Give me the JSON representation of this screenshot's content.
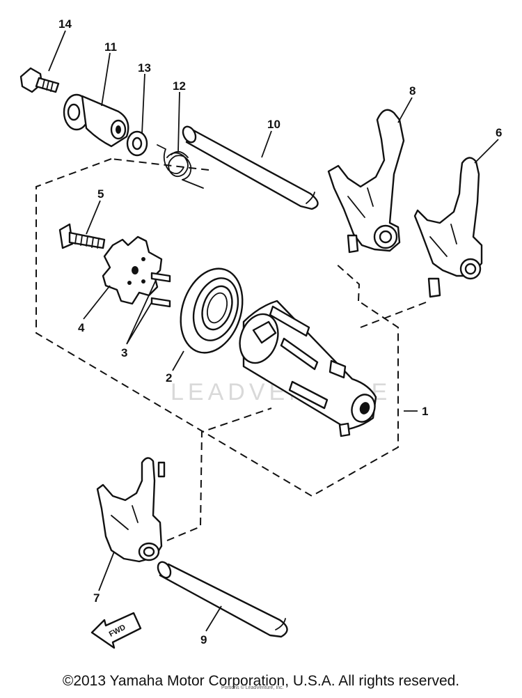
{
  "diagram": {
    "callouts": [
      "1",
      "2",
      "3",
      "4",
      "5",
      "6",
      "7",
      "8",
      "9",
      "10",
      "11",
      "12",
      "13",
      "14"
    ],
    "watermark": "LEADVENTURE",
    "fwd_label": "FWD"
  },
  "footer": {
    "copyright": "©2013 Yamaha Motor Corporation, U.S.A. All rights reserved.",
    "sub_credit": "Portions © LeadVenture, Inc."
  }
}
